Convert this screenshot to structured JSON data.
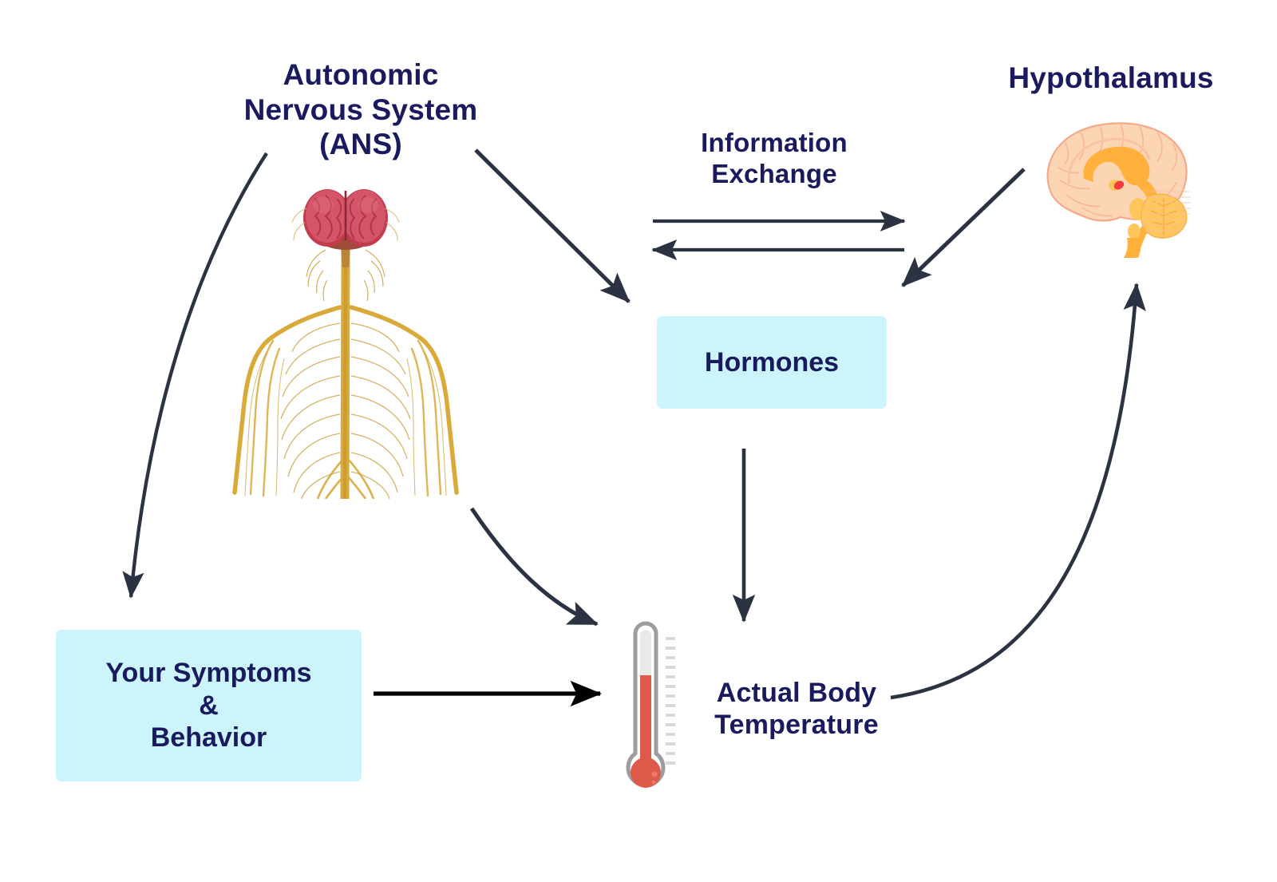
{
  "diagram": {
    "title": "Body temperature regulation feedback loop",
    "background_color": "#ffffff",
    "text_color": "#1a1a5e",
    "box_fill_color": "#ccf5fb",
    "arrow_color": "#2b3242"
  },
  "labels": {
    "ans": "Autonomic\nNervous System\n(ANS)",
    "hypothalamus": "Hypothalamus",
    "information_exchange": "Information\nExchange",
    "actual_body_temperature": "Actual Body\nTemperature"
  },
  "boxes": {
    "hormones": {
      "label": "Hormones",
      "fill": "#ccf5fb"
    },
    "symptoms": {
      "label": "Your Symptoms\n&\nBehavior",
      "fill": "#ccf5fb"
    }
  },
  "figures": {
    "nervous_system": {
      "name": "autonomic-nervous-system-illustration",
      "brain_color": "#d4495a",
      "nerve_color": "#d4a33a"
    },
    "brain": {
      "name": "hypothalamus-brain-illustration",
      "cortex_color": "#fcd5b4",
      "inner_color": "#ffb13b",
      "hypothalamus_color": "#ef3b3b"
    },
    "thermometer": {
      "name": "thermometer-illustration",
      "mercury_color": "#dd5a4b",
      "casing_color": "#9d9d9d",
      "tube_color": "#e8e8e8",
      "fill_percent": 68
    }
  },
  "arrows": [
    {
      "name": "ans-to-symptoms",
      "from": "Autonomic Nervous System (ANS)",
      "to": "Your Symptoms & Behavior",
      "style": "curved",
      "direction": "down"
    },
    {
      "name": "ans-to-hormones",
      "from": "Autonomic Nervous System (ANS)",
      "to": "Hormones",
      "style": "straight",
      "direction": "down-right"
    },
    {
      "name": "info-exchange-right",
      "from": "ANS",
      "to": "Hypothalamus",
      "style": "straight",
      "direction": "right"
    },
    {
      "name": "info-exchange-left",
      "from": "Hypothalamus",
      "to": "ANS",
      "style": "straight",
      "direction": "left"
    },
    {
      "name": "hypothalamus-to-hormones",
      "from": "Hypothalamus",
      "to": "Hormones",
      "style": "straight",
      "direction": "down-left"
    },
    {
      "name": "hormones-to-body-temperature",
      "from": "Hormones",
      "to": "Actual Body Temperature",
      "style": "straight",
      "direction": "down"
    },
    {
      "name": "nervous-system-to-thermometer",
      "from": "Autonomic Nervous System",
      "to": "Thermometer",
      "style": "curved",
      "direction": "down-right"
    },
    {
      "name": "symptoms-to-thermometer",
      "from": "Your Symptoms & Behavior",
      "to": "Thermometer",
      "style": "straight",
      "direction": "right"
    },
    {
      "name": "body-temperature-to-hypothalamus",
      "from": "Actual Body Temperature",
      "to": "Hypothalamus",
      "style": "curved",
      "direction": "up-right"
    }
  ]
}
